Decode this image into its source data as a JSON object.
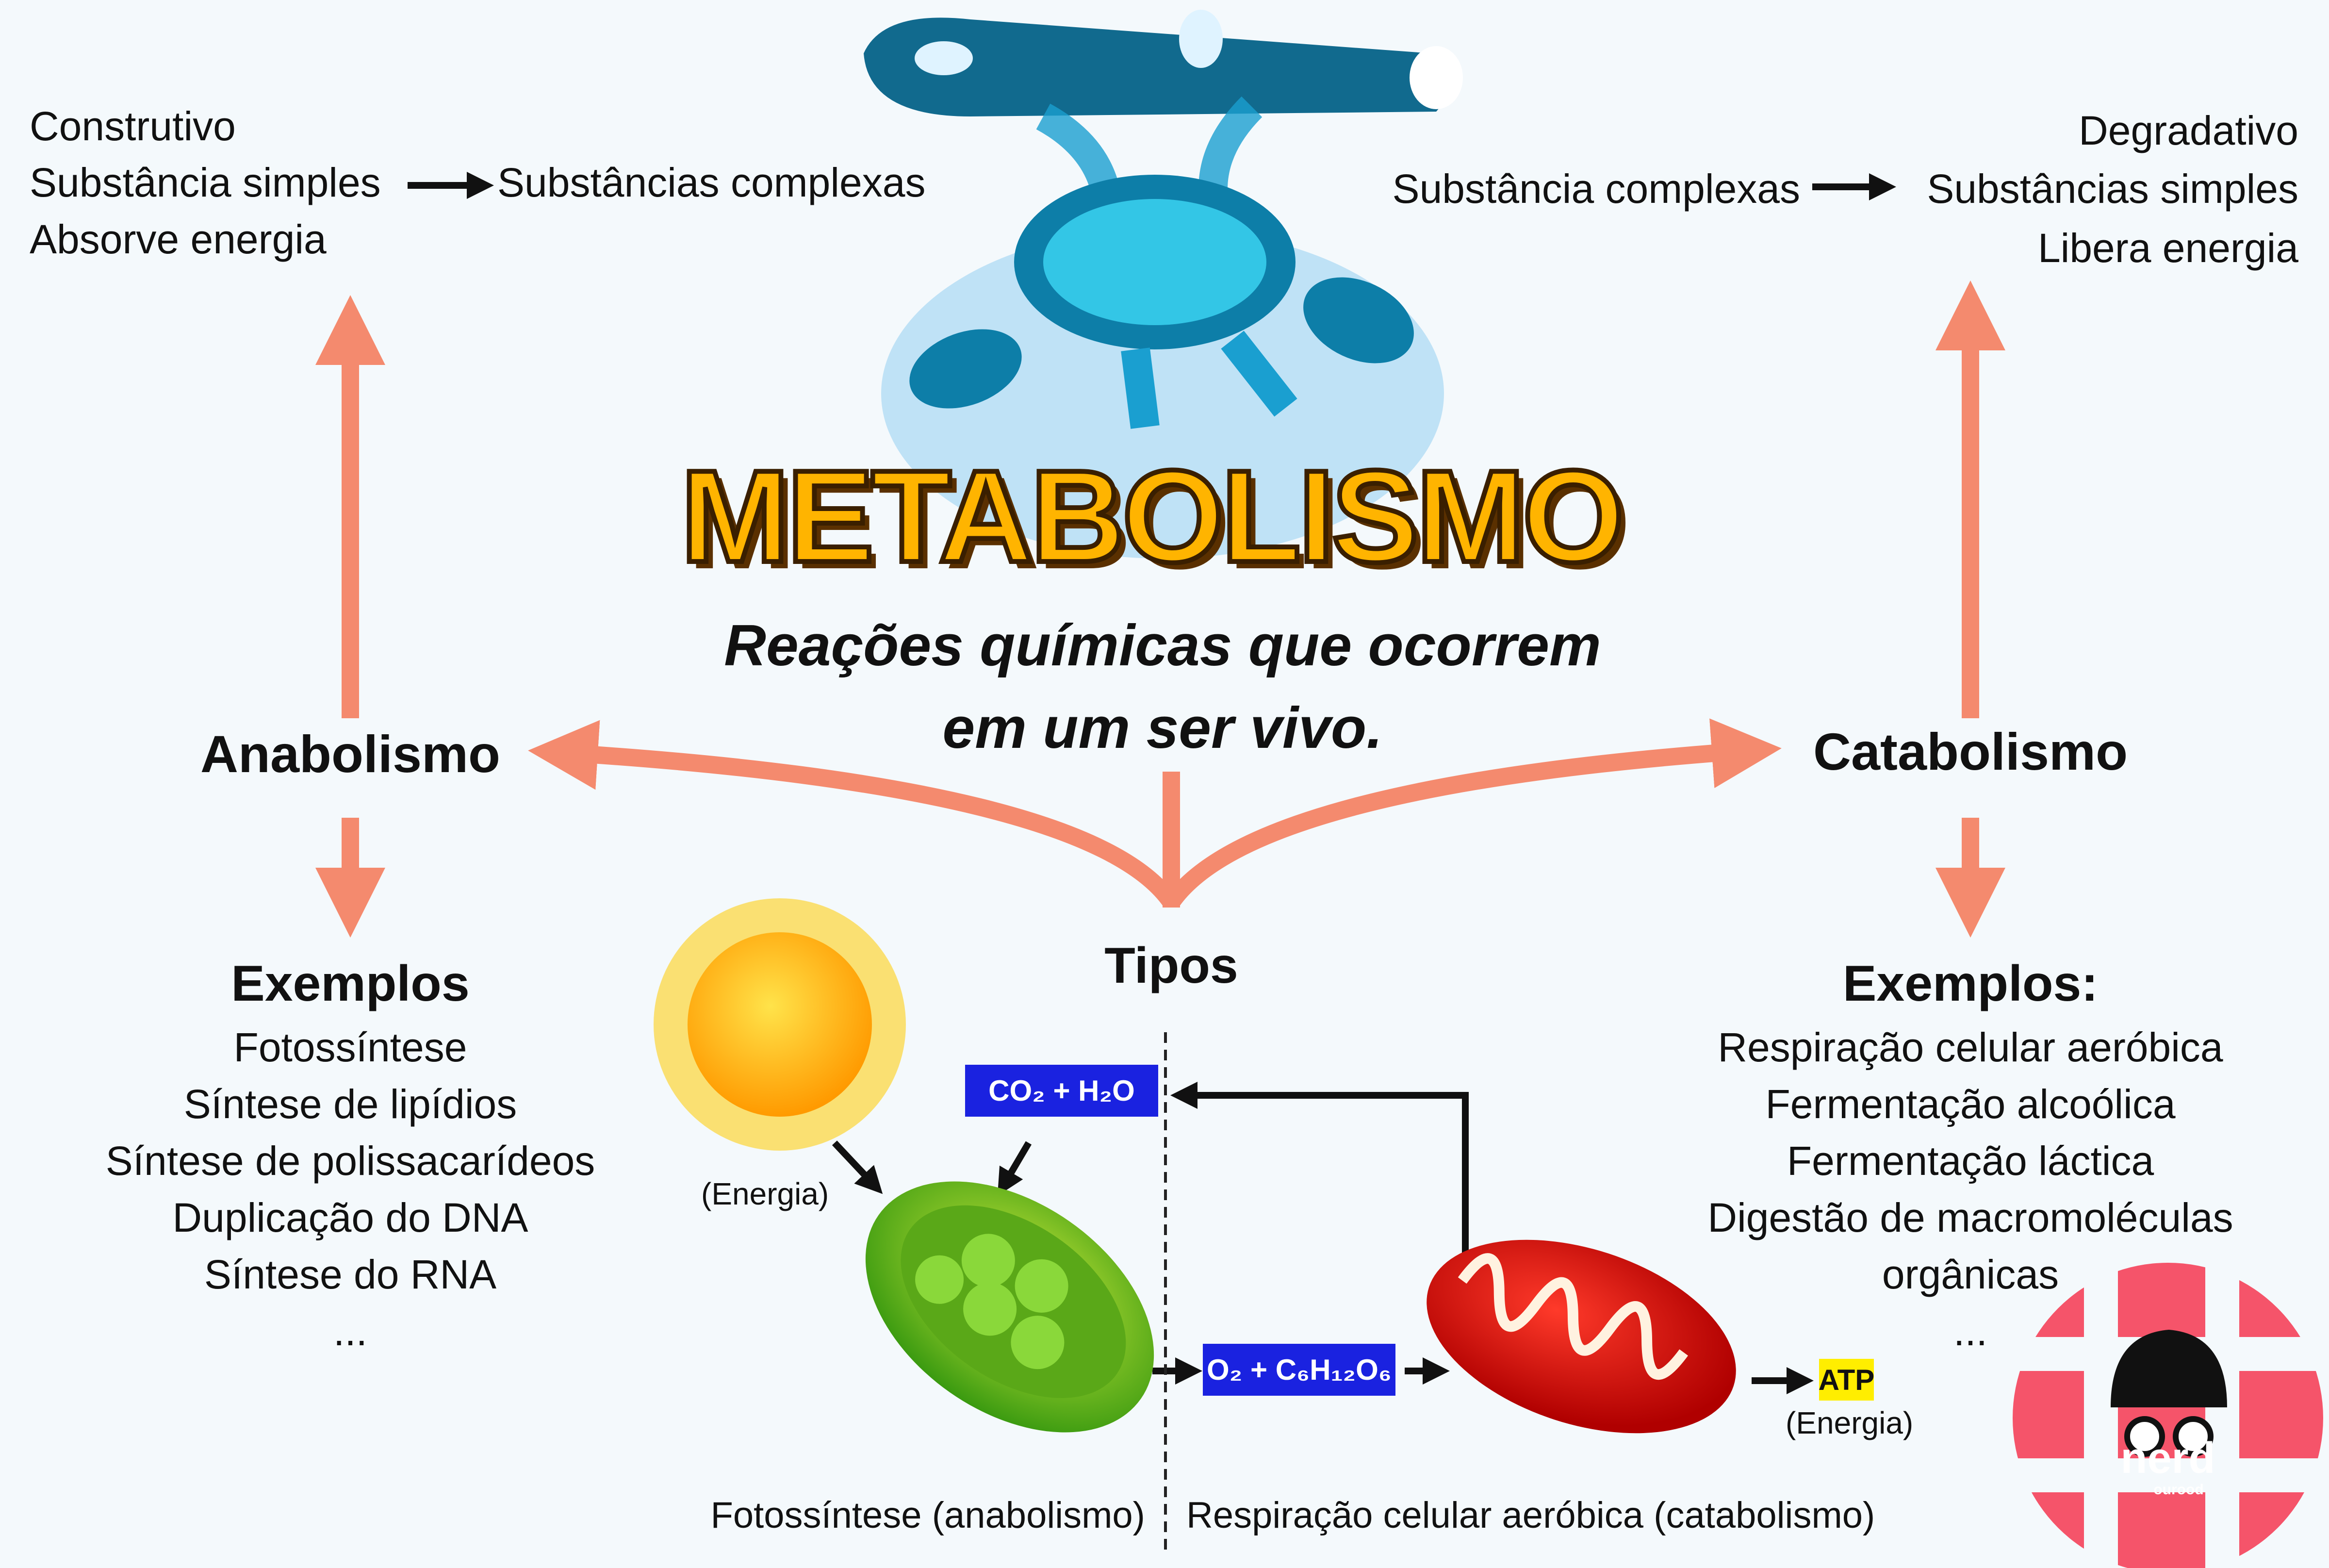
{
  "title": "METABOLISMO",
  "subtitle": [
    "Reações químicas que ocorrem",
    "em um ser vivo."
  ],
  "colors": {
    "arrow": "#f48a6e",
    "formula_box": "#1a22e0",
    "atp_box": "#ffee00",
    "title_fill": "#ffb400",
    "logo": "#f5546a"
  },
  "anabolism": {
    "label": "Anabolismo",
    "properties": [
      "Construtivo",
      "Substância simples",
      "Substâncias complexas",
      "Absorve energia"
    ],
    "examples_title": "Exemplos",
    "examples": [
      "Fotossíntese",
      "Síntese de lipídios",
      "Síntese de polissacarídeos",
      "Duplicação do DNA",
      "Síntese do RNA",
      "..."
    ]
  },
  "catabolism": {
    "label": "Catabolismo",
    "properties": [
      "Degradativo",
      "Substância complexas",
      "Substâncias simples",
      "Libera energia"
    ],
    "examples_title": "Exemplos:",
    "examples": [
      "Respiração celular aeróbica",
      "Fermentação alcoólica",
      "Fermentação láctica",
      "Digestão de macromoléculas",
      "orgânicas",
      "..."
    ]
  },
  "types_label": "Tipos",
  "cycle": {
    "energy_label": "(Energia)",
    "co2_h2o": "CO₂ + H₂O",
    "o2_glucose": "O₂ + C₆H₁₂O₆",
    "atp": "ATP",
    "atp_energy": "(Energia)",
    "photosynthesis_caption": "Fotossíntese (anabolismo)",
    "respiration_caption": "Respiração celular aeróbica (catabolismo)"
  },
  "logo": {
    "text": "nerd",
    "subtext": "ourood"
  }
}
